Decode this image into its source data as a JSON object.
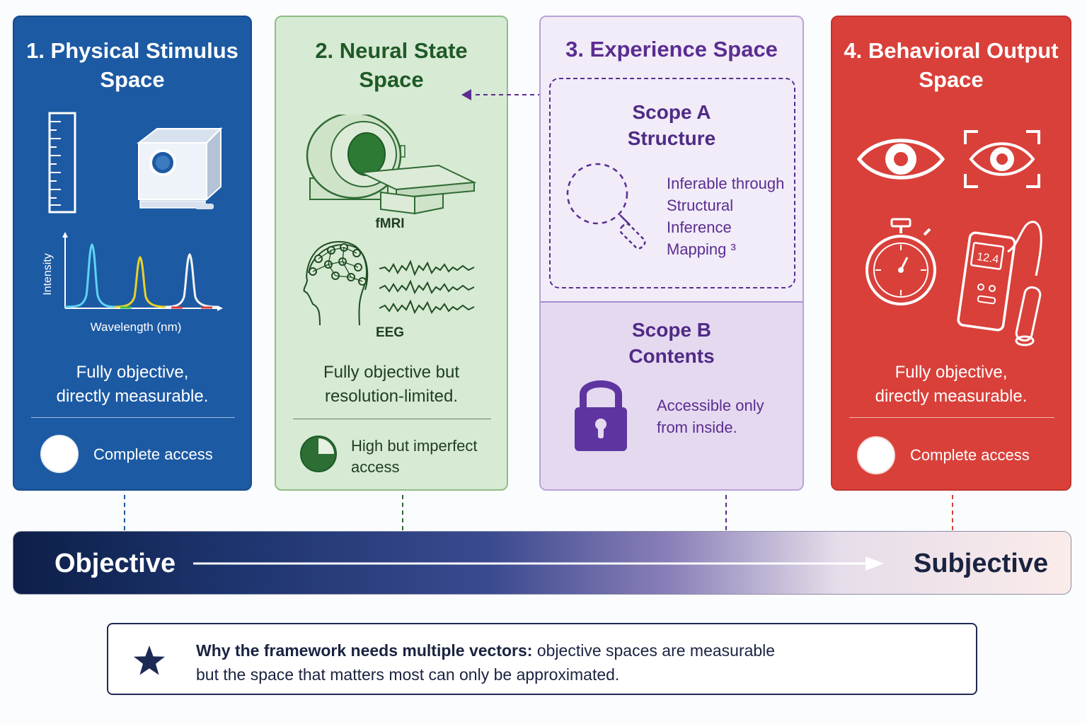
{
  "panels": [
    {
      "title": [
        "1. Physical Stimulus",
        "Space"
      ],
      "chart": {
        "ylabel": "Intensity",
        "xlabel": "Wavelength (nm)"
      },
      "description": [
        "Fully objective,",
        "directly measurable."
      ],
      "access": [
        "Complete access"
      ]
    },
    {
      "title": [
        "2. Neural State",
        "Space"
      ],
      "fmri_label": "fMRI",
      "eeg_label": "EEG",
      "description": [
        "Fully objective but",
        "resolution-limited."
      ],
      "access": [
        "High but imperfect",
        "access"
      ]
    },
    {
      "title": [
        "3. Experience Space"
      ],
      "scope_a": {
        "title": [
          "Scope A",
          "Structure"
        ],
        "text": [
          "Inferable through",
          "Structural",
          "Inference",
          "Mapping ³"
        ]
      },
      "scope_b": {
        "title": [
          "Scope B",
          "Contents"
        ],
        "text": [
          "Accessible only",
          "from inside."
        ]
      }
    },
    {
      "title": [
        "4. Behavioral Output",
        "Space"
      ],
      "meter_reading": "12.4",
      "description": [
        "Fully objective,",
        "directly measurable."
      ],
      "access": [
        "Complete access"
      ]
    }
  ],
  "spectrum": {
    "left_label": "Objective",
    "right_label": "Subjective"
  },
  "note": {
    "bold": "Why the framework needs multiple vectors:",
    "line1": " objective spaces are measurable",
    "line2": "but the space that matters most can only be approximated."
  },
  "colors": {
    "physical": "#1c5aa3",
    "neural": "#d7ead4",
    "experience": "#f1ecf8",
    "behavioral": "#d9403a",
    "accent_purple": "#5b2d91",
    "accent_green": "#1f5a26"
  }
}
